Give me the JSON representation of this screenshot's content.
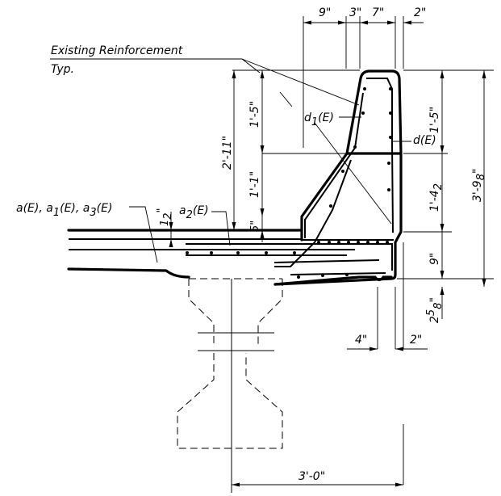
{
  "notes": {
    "existing_reinforcement": "Existing Reinforcement",
    "typ": "Typ.",
    "d1E_main": "d",
    "d1E_sub": "1",
    "d1E_tail": "(E)",
    "dE": "d(E)",
    "a_group_1": "a(E), a",
    "a_group_sub1": "1",
    "a_group_2": "(E), a",
    "a_group_sub3": "3",
    "a_group_3": "(E)",
    "a2_main": "a",
    "a2_sub": "2",
    "a2_tail": "(E)"
  },
  "dimensions": {
    "top_9": "9\"",
    "top_3": "3\"",
    "top_7": "7\"",
    "top_2": "2\"",
    "left_2_11": "2'-11\"",
    "left_1_5": "1'-5\"",
    "left_1_1": "1'-1\"",
    "left_5": "5\"",
    "left_half_main": "1",
    "left_half_frac": "2",
    "left_half_unit": "\"",
    "right_1_5": "1'-5\"",
    "right_1_4_main": "1'-4",
    "right_1_4_frac": "2",
    "right_9": "9\"",
    "right_2_5_main": "2",
    "right_2_5_num": "5",
    "right_2_5_den": "8",
    "right_2_5_unit": "\"",
    "right_3_9_main": "3'-9",
    "right_3_9_den": "8",
    "right_3_9_unit": "\"",
    "bottom_4": "4\"",
    "bottom_2": "2\"",
    "bottom_3_0": "3'-0\""
  }
}
